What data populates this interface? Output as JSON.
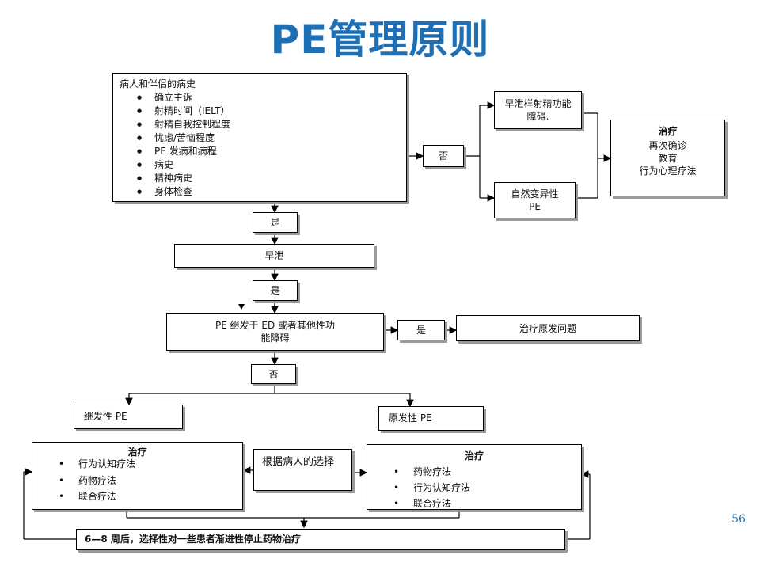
{
  "title": "PE管理原则",
  "page_number": "56",
  "history": {
    "heading": "病人和伴侣的病史",
    "items": [
      "确立主诉",
      "射精时间（IELT）",
      "射精自我控制程度",
      "忧虑/苦恼程度",
      "PE 发病和病程",
      "病史",
      "精神病史",
      "身体检查"
    ]
  },
  "labels": {
    "no_1": "否",
    "shi_1": "是",
    "shi_2": "是",
    "premature": "早泄",
    "shi_3": "是",
    "no_2": "否",
    "situational": "早泄样射精功能障碍.",
    "natural": "自然变异性PE",
    "secondary_q": "PE 继发于 ED 或者其他性功能障碍",
    "treat_primary_issue": "治疗原发问题",
    "secondary_pe": "继发性 PE",
    "primary_pe": "原发性 PE",
    "patient_choice": "根据病人的选择",
    "followup": "6—8 周后，选择性对一些患者渐进性停止药物治疗"
  },
  "treat_right": {
    "heading": "治疗",
    "lines": [
      "再次确诊",
      "教育",
      "行为心理疗法"
    ]
  },
  "treat_secondary": {
    "heading": "治疗",
    "items": [
      "行为认知疗法",
      "药物疗法",
      "联合疗法"
    ]
  },
  "treat_primary": {
    "heading": "治疗",
    "items": [
      "药物疗法",
      "行为认知疗法",
      "联合疗法"
    ]
  }
}
